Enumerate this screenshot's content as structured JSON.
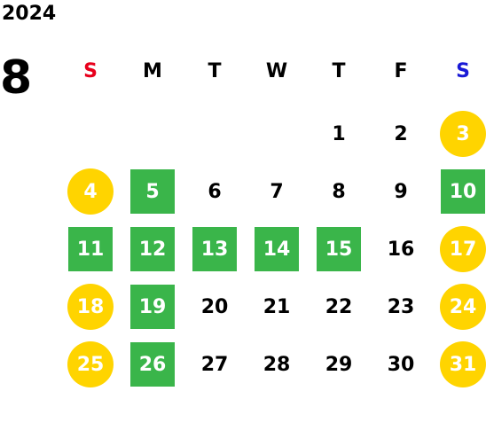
{
  "calendar": {
    "year": "2024",
    "month": "8",
    "weekdays": [
      "S",
      "M",
      "T",
      "W",
      "T",
      "F",
      "S"
    ],
    "colors": {
      "sunday": "#e8001c",
      "saturday": "#1a1ad6",
      "holiday_fill": "#ffd400",
      "marked_fill": "#3ab54a"
    },
    "weeks": [
      [
        null,
        null,
        null,
        null,
        {
          "day": "1",
          "mark": "none"
        },
        {
          "day": "2",
          "mark": "none"
        },
        {
          "day": "3",
          "mark": "yellow"
        }
      ],
      [
        {
          "day": "4",
          "mark": "yellow"
        },
        {
          "day": "5",
          "mark": "green"
        },
        {
          "day": "6",
          "mark": "none"
        },
        {
          "day": "7",
          "mark": "none"
        },
        {
          "day": "8",
          "mark": "none"
        },
        {
          "day": "9",
          "mark": "none"
        },
        {
          "day": "10",
          "mark": "green"
        }
      ],
      [
        {
          "day": "11",
          "mark": "green"
        },
        {
          "day": "12",
          "mark": "green"
        },
        {
          "day": "13",
          "mark": "green"
        },
        {
          "day": "14",
          "mark": "green"
        },
        {
          "day": "15",
          "mark": "green"
        },
        {
          "day": "16",
          "mark": "none"
        },
        {
          "day": "17",
          "mark": "yellow"
        }
      ],
      [
        {
          "day": "18",
          "mark": "yellow"
        },
        {
          "day": "19",
          "mark": "green"
        },
        {
          "day": "20",
          "mark": "none"
        },
        {
          "day": "21",
          "mark": "none"
        },
        {
          "day": "22",
          "mark": "none"
        },
        {
          "day": "23",
          "mark": "none"
        },
        {
          "day": "24",
          "mark": "yellow"
        }
      ],
      [
        {
          "day": "25",
          "mark": "yellow"
        },
        {
          "day": "26",
          "mark": "green"
        },
        {
          "day": "27",
          "mark": "none"
        },
        {
          "day": "28",
          "mark": "none"
        },
        {
          "day": "29",
          "mark": "none"
        },
        {
          "day": "30",
          "mark": "none"
        },
        {
          "day": "31",
          "mark": "yellow"
        }
      ]
    ]
  }
}
